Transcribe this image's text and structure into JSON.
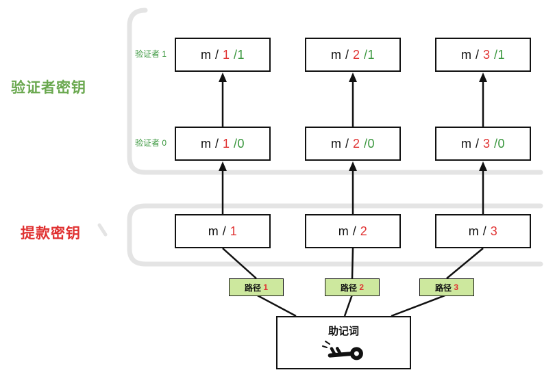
{
  "groups": {
    "validator": {
      "label": "验证者密钥"
    },
    "withdrawal": {
      "label": "提款密钥"
    }
  },
  "row_labels": {
    "v1": "验证者 1",
    "v0": "验证者 0"
  },
  "boxes": {
    "top": [
      {
        "pre": "m / ",
        "mid": "1",
        "suf": " /1"
      },
      {
        "pre": "m / ",
        "mid": "2",
        "suf": " /1"
      },
      {
        "pre": "m / ",
        "mid": "3",
        "suf": " /1"
      }
    ],
    "mid": [
      {
        "pre": "m / ",
        "mid": "1",
        "suf": " /0"
      },
      {
        "pre": "m / ",
        "mid": "2",
        "suf": " /0"
      },
      {
        "pre": "m / ",
        "mid": "3",
        "suf": " /0"
      }
    ],
    "bottom": [
      {
        "pre": "m / ",
        "mid": "1",
        "suf": ""
      },
      {
        "pre": "m / ",
        "mid": "2",
        "suf": ""
      },
      {
        "pre": "m / ",
        "mid": "3",
        "suf": ""
      }
    ]
  },
  "paths": [
    {
      "label": "路径 ",
      "num": "1"
    },
    {
      "label": "路径 ",
      "num": "2"
    },
    {
      "label": "路径 ",
      "num": "3"
    }
  ],
  "mnemonic": {
    "label": "助记词",
    "icon": "key-icon"
  },
  "colors": {
    "red": "#e03131",
    "green": "#38963c",
    "label_green": "#6aa84f",
    "path_box_fill": "#cde89e",
    "brace_gray": "#e4e4e4",
    "line_black": "#111111"
  }
}
